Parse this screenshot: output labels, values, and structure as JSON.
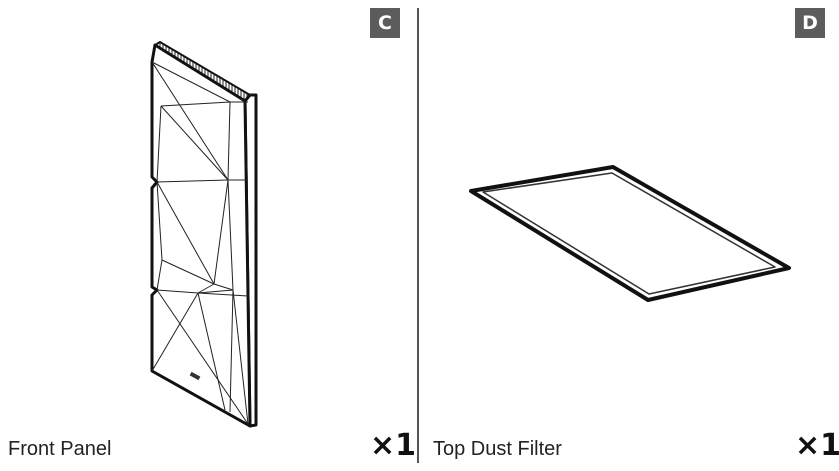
{
  "items": [
    {
      "letter": "C",
      "name": "Front Panel",
      "quantity": "×1",
      "illustration_icon": "front-panel-illustration"
    },
    {
      "letter": "D",
      "name": "Top Dust Filter",
      "quantity": "×1",
      "illustration_icon": "dust-filter-illustration"
    }
  ]
}
